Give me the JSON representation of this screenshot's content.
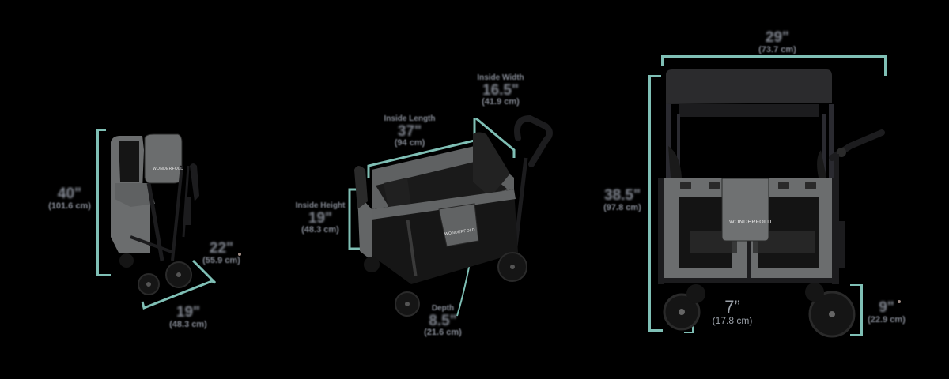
{
  "colors": {
    "background": "#000000",
    "dimension_line": "#7fbfb5",
    "label_text": "#858a94",
    "fabric_gray": "#6b6d6e",
    "frame_black": "#1c1c1e",
    "canopy": "#2b2b2d"
  },
  "brand": "WONDERFOLD",
  "products": {
    "folded": {
      "height": {
        "caption": "",
        "value": "40\"",
        "metric": "(101.6 cm)"
      },
      "width": {
        "caption": "",
        "value": "22\"",
        "metric": "(55.9 cm)"
      },
      "depth": {
        "caption": "",
        "value": "19\"",
        "metric": "(48.3 cm)"
      }
    },
    "open": {
      "inside_length": {
        "caption": "Inside Length",
        "value": "37\"",
        "metric": "(94 cm)"
      },
      "inside_height": {
        "caption": "Inside Height",
        "value": "19\"",
        "metric": "(48.3 cm)"
      },
      "inside_width": {
        "caption": "Inside Width",
        "value": "16.5\"",
        "metric": "(41.9 cm)"
      },
      "depth": {
        "caption": "Depth",
        "value": "8.5\"",
        "metric": "(21.6 cm)"
      }
    },
    "front": {
      "width": {
        "caption": "",
        "value": "29\"",
        "metric": "(73.7 cm)"
      },
      "height": {
        "caption": "",
        "value": "38.5\"",
        "metric": "(97.8 cm)"
      },
      "front_wheel": {
        "caption": "",
        "value": "7”",
        "metric": "(17.8 cm)"
      },
      "rear_wheel": {
        "caption": "",
        "value": "9\"",
        "metric": "(22.9 cm)"
      }
    }
  }
}
